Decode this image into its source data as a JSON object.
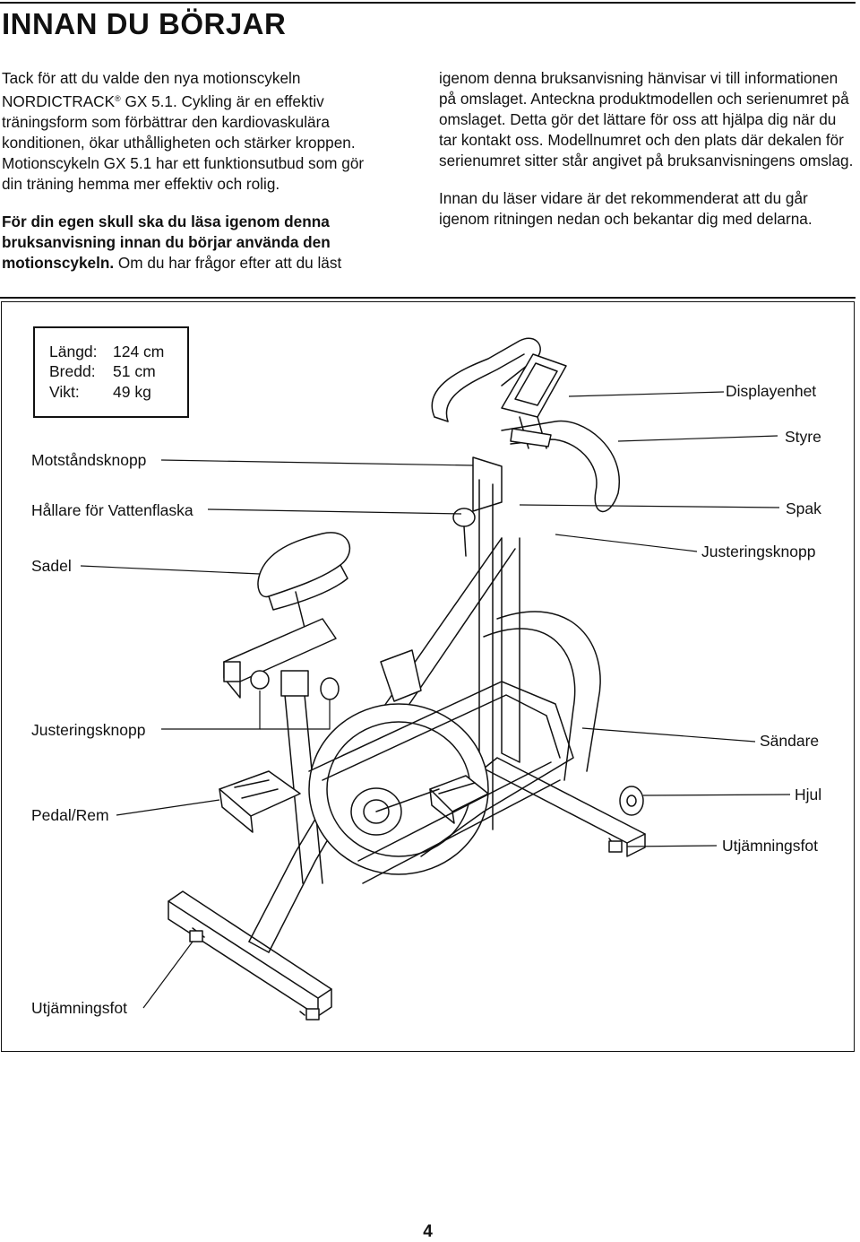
{
  "title": "INNAN DU BÖRJAR",
  "left_column": {
    "intro_before_reg": "Tack för att du valde den nya motionscykeln NORDICTRACK",
    "reg_mark": "®",
    "intro_after_reg": " GX 5.1. Cykling är en effektiv träningsform som förbättrar den kardiovaskulära konditionen, ökar uthålligheten och stärker kroppen. Motionscykeln GX 5.1 har ett funktionsutbud som gör din träning hemma mer effektiv och rolig.",
    "warning_bold": "För din egen skull ska du läsa igenom denna bruksanvisning innan du börjar använda den motionscykeln.",
    "warning_rest": " Om du har frågor efter att du läst"
  },
  "right_column": {
    "para1": "igenom denna bruksanvisning hänvisar vi till informationen på omslaget. Anteckna produktmodellen och serienumret på omslaget. Detta gör det lättare för oss att hjälpa dig när du tar kontakt oss. Modellnumret och den plats där dekalen för serienumret sitter står angivet på bruksanvisningens omslag.",
    "para2": "Innan du läser vidare är det rekommenderat att du går igenom ritningen nedan och bekantar dig med delarna."
  },
  "specs": {
    "length_label": "Längd:",
    "length_value": "124 cm",
    "width_label": "Bredd:",
    "width_value": "51 cm",
    "weight_label": "Vikt:",
    "weight_value": "49 kg"
  },
  "labels": {
    "displayenhet": "Displayenhet",
    "styre": "Styre",
    "motstandsknopp": "Motståndsknopp",
    "hallare": "Hållare för Vattenflaska",
    "spak": "Spak",
    "sadel": "Sadel",
    "justeringsknopp_right": "Justeringsknopp",
    "justeringsknopp_left": "Justeringsknopp",
    "sandare": "Sändare",
    "hjul": "Hjul",
    "pedal": "Pedal/Rem",
    "utjamningsfot_right": "Utjämningsfot",
    "utjamningsfot_left": "Utjämningsfot"
  },
  "page_number": "4"
}
